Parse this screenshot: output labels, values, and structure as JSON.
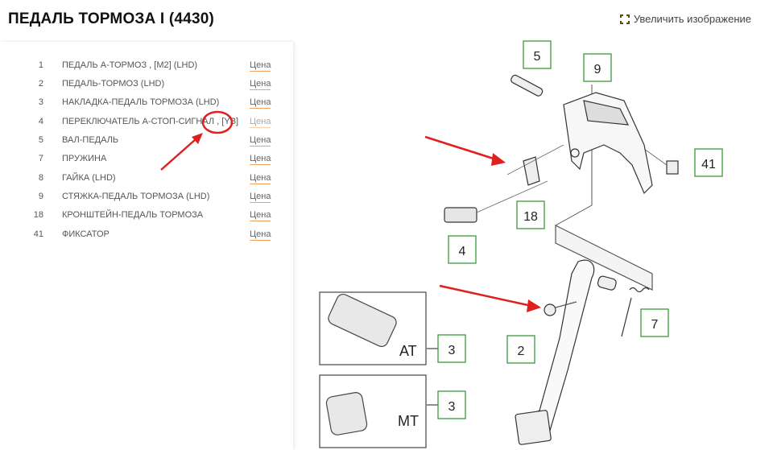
{
  "header": {
    "title": "ПЕДАЛЬ ТОРМОЗА I (4430)",
    "enlarge_label": "Увеличить изображение",
    "enlarge_icon": "expand-icon"
  },
  "parts": [
    {
      "num": "1",
      "name": "ПЕДАЛЬ А-ТОРМОЗ , [M2] (LHD)",
      "price": "Цена"
    },
    {
      "num": "2",
      "name": "ПЕДАЛЬ-ТОРМОЗ (LHD)",
      "price": "Цена"
    },
    {
      "num": "3",
      "name": "НАКЛАДКА-ПЕДАЛЬ ТОРМОЗА (LHD)",
      "price": "Цена"
    },
    {
      "num": "4",
      "name": "ПЕРЕКЛЮЧАТЕЛЬ А-СТОП-СИГНАЛ , [YB]",
      "price": "Цена"
    },
    {
      "num": "5",
      "name": "ВАЛ-ПЕДАЛЬ",
      "price": "Цена"
    },
    {
      "num": "7",
      "name": "ПРУЖИНА",
      "price": "Цена"
    },
    {
      "num": "8",
      "name": "ГАЙКА (LHD)",
      "price": "Цена"
    },
    {
      "num": "9",
      "name": "СТЯЖКА-ПЕДАЛЬ ТОРМОЗА (LHD)",
      "price": "Цена"
    },
    {
      "num": "18",
      "name": "КРОНШТЕЙН-ПЕДАЛЬ ТОРМОЗА",
      "price": "Цена"
    },
    {
      "num": "41",
      "name": "ФИКСАТОР",
      "price": "Цена"
    }
  ],
  "diagram": {
    "callouts": [
      "5",
      "9",
      "41",
      "18",
      "4",
      "2",
      "7",
      "3",
      "3"
    ],
    "variant_labels": [
      "AT",
      "MT"
    ]
  },
  "colors": {
    "accent": "#f2a25c",
    "annotation": "#e02020",
    "callout_border": "#3a9a3a"
  }
}
